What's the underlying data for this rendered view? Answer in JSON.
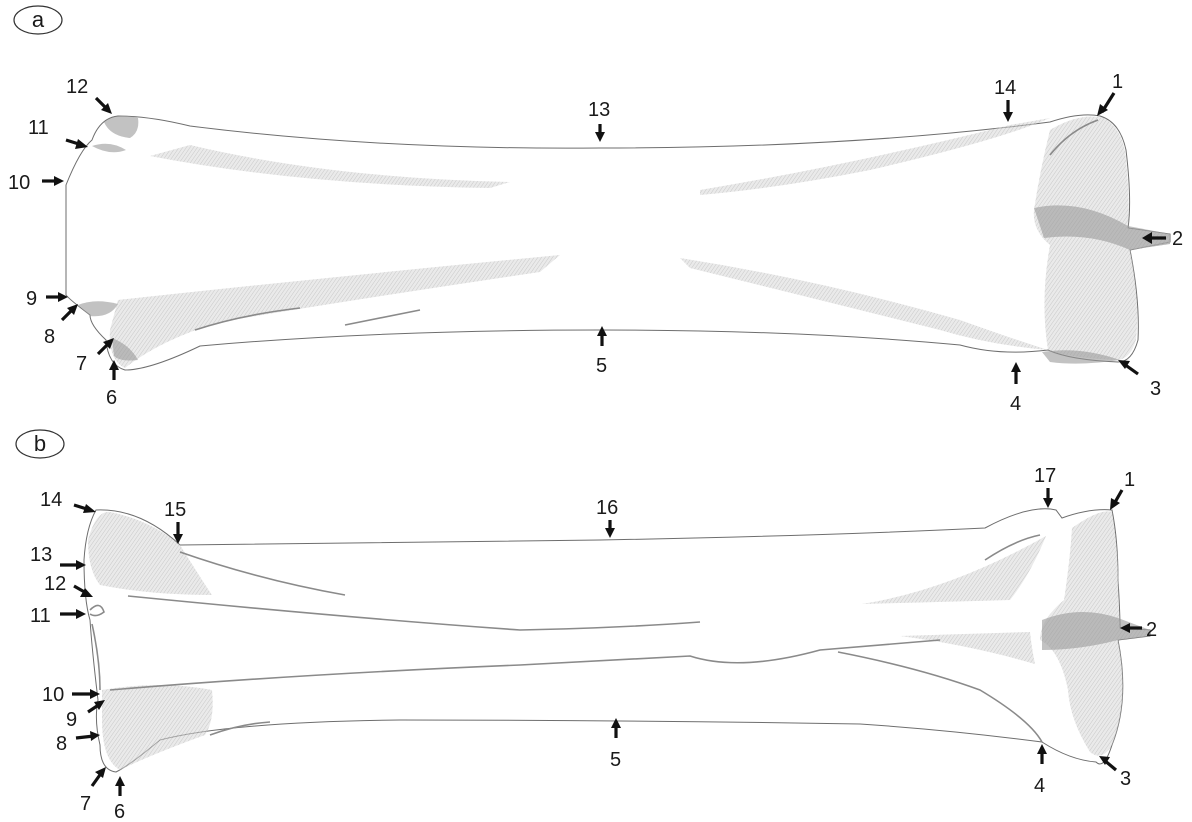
{
  "panels": [
    {
      "id": "a",
      "letter": "a",
      "labels": [
        {
          "n": "1"
        },
        {
          "n": "2"
        },
        {
          "n": "3"
        },
        {
          "n": "4"
        },
        {
          "n": "5"
        },
        {
          "n": "6"
        },
        {
          "n": "7"
        },
        {
          "n": "8"
        },
        {
          "n": "9"
        },
        {
          "n": "10"
        },
        {
          "n": "11"
        },
        {
          "n": "12"
        },
        {
          "n": "13"
        },
        {
          "n": "14"
        }
      ]
    },
    {
      "id": "b",
      "letter": "b",
      "labels": [
        {
          "n": "1"
        },
        {
          "n": "2"
        },
        {
          "n": "3"
        },
        {
          "n": "4"
        },
        {
          "n": "5"
        },
        {
          "n": "6"
        },
        {
          "n": "7"
        },
        {
          "n": "8"
        },
        {
          "n": "9"
        },
        {
          "n": "10"
        },
        {
          "n": "11"
        },
        {
          "n": "12"
        },
        {
          "n": "13"
        },
        {
          "n": "14"
        },
        {
          "n": "15"
        },
        {
          "n": "16"
        },
        {
          "n": "17"
        }
      ]
    }
  ]
}
